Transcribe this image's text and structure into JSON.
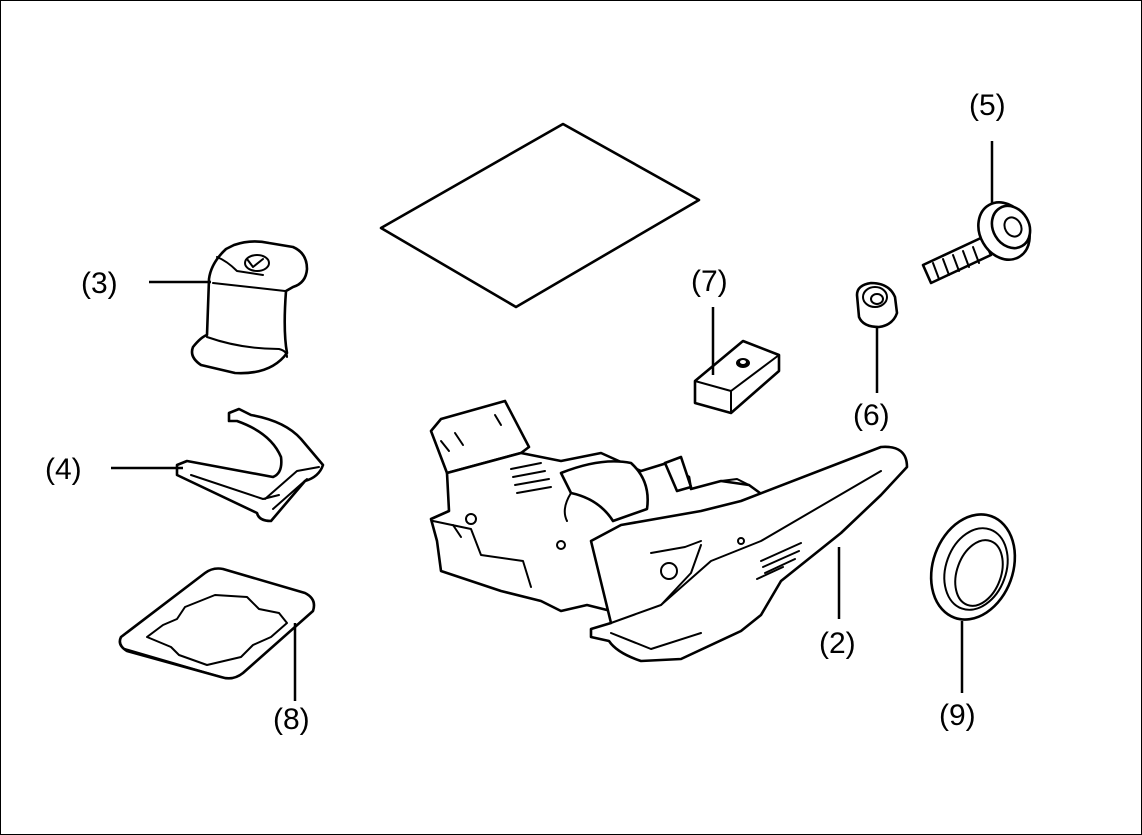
{
  "labels": {
    "l2": "(2)",
    "l3": "(3)",
    "l4": "(4)",
    "l5": "(5)",
    "l6": "(6)",
    "l7": "(7)",
    "l8": "(8)",
    "l9": "(9)"
  }
}
